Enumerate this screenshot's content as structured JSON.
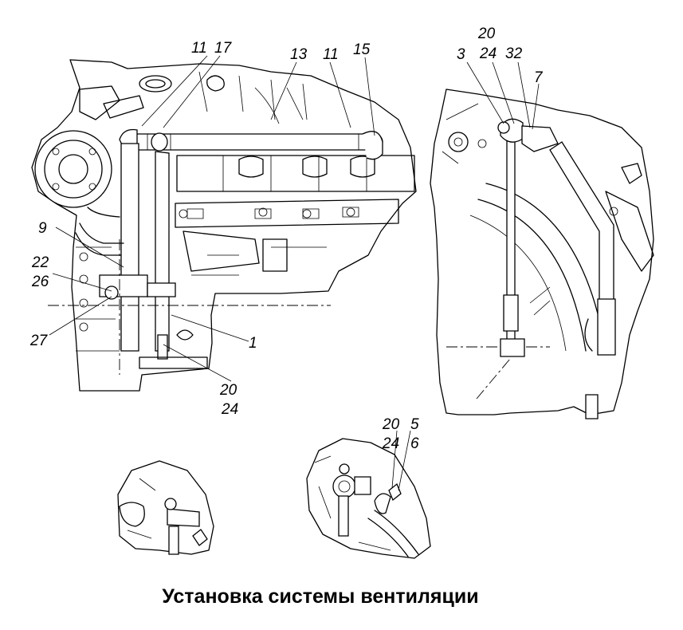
{
  "title": "Установка системы вентиляции",
  "callouts": {
    "main": [
      "11",
      "17",
      "13",
      "11",
      "15",
      "9",
      "22",
      "26",
      "27",
      "1",
      "20",
      "24"
    ],
    "side": [
      "20",
      "24",
      "32",
      "3",
      "7"
    ],
    "detail": [
      "20",
      "5",
      "24",
      "6"
    ]
  }
}
